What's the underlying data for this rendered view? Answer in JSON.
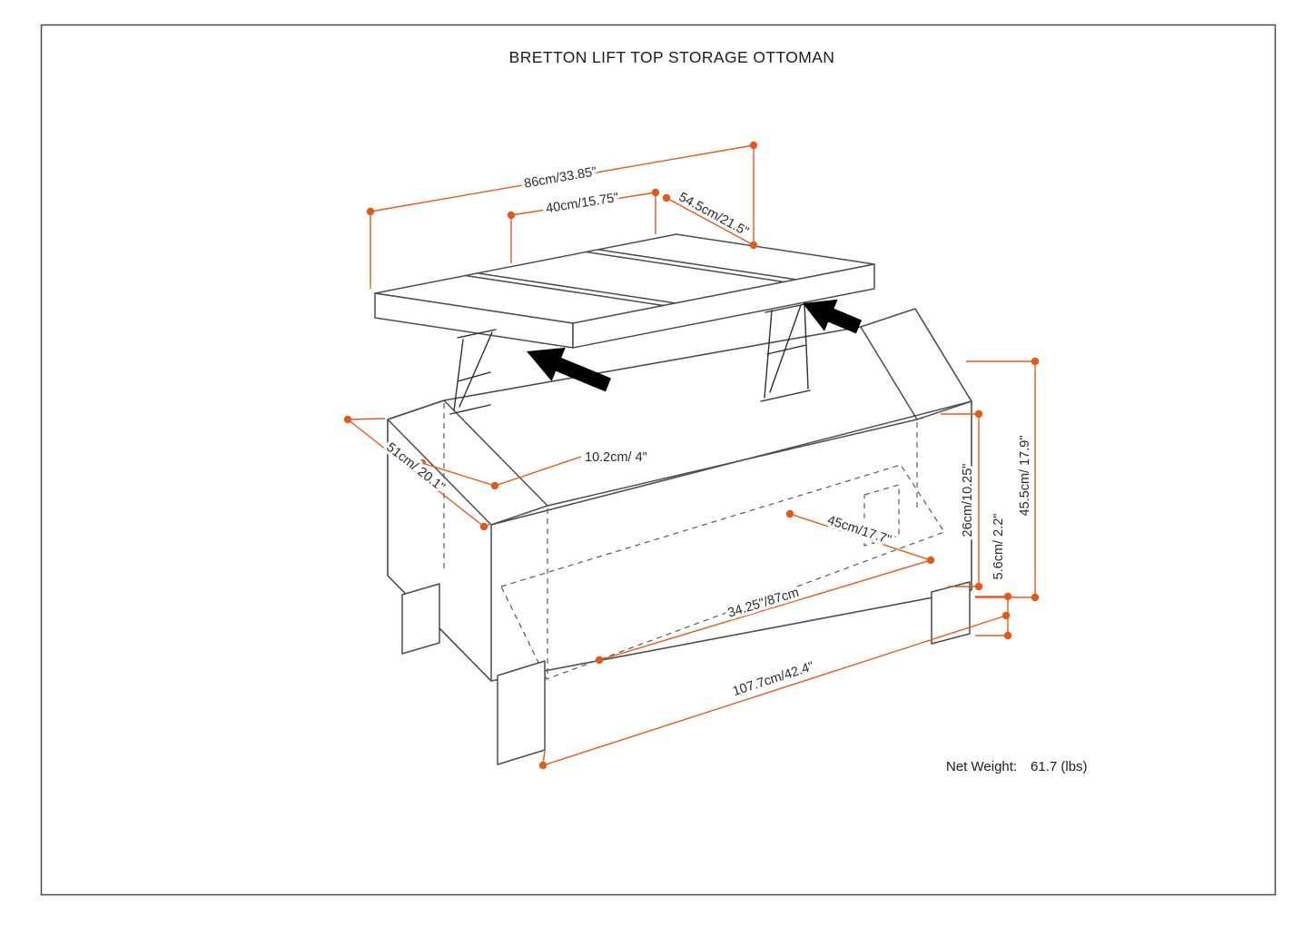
{
  "title": "BRETTON LIFT TOP STORAGE OTTOMAN",
  "net_weight": {
    "label": "Net Weight:",
    "value": "61.7 (lbs)"
  },
  "colors": {
    "dimension_accent": "#E05A1E",
    "drawing_line": "#4d4d4d",
    "text": "#1c1c1c"
  },
  "dimensions": {
    "lid_width": "86cm/33.85\"",
    "lid_middle_section": "40cm/15.75\"",
    "lid_depth": "54.5cm/21.5\"",
    "body_depth": "51cm/ 20.1\"",
    "wall_thickness": "10.2cm/ 4\"",
    "interior_depth": "45cm/17.7\"",
    "interior_height": "26cm/10.25\"",
    "foot_height": "5.6cm/ 2.2\"",
    "overall_height": "45.5cm/ 17.9\"",
    "interior_width": "34.25\"/87cm",
    "overall_width": "107.7cm/42.4\""
  }
}
